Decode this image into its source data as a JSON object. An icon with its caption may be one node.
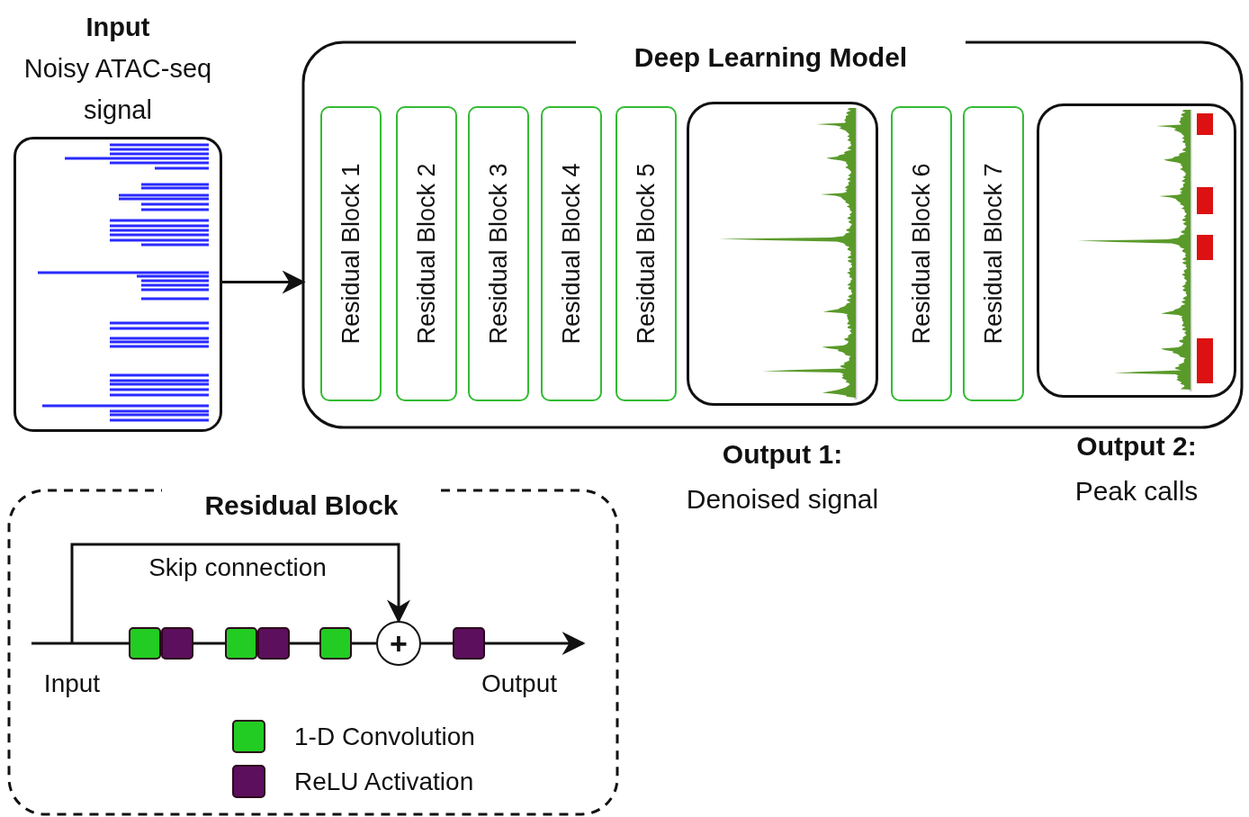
{
  "diagram": {
    "nodes": [
      {
        "text": [
          "Input",
          "Noisy ATAC-seq signal"
        ]
      },
      {
        "text": [
          "Deep Learning Model"
        ]
      },
      {
        "text": [
          "Residual Block 1"
        ],
        "in": 1
      },
      {
        "text": [
          "Residual Block 2"
        ],
        "in": 1
      },
      {
        "text": [
          "Residual Block 3"
        ],
        "in": 1
      },
      {
        "text": [
          "Residual Block 4"
        ],
        "in": 1
      },
      {
        "text": [
          "Residual Block 5"
        ],
        "in": 1
      },
      {
        "text": [],
        "shape": "picture",
        "in": 1,
        "beside": [
          "Output 1:",
          "Denoised signal"
        ]
      },
      {
        "text": [
          "Residual Block 6"
        ],
        "in": 1
      },
      {
        "text": [
          "Residual Block 7"
        ],
        "in": 1
      },
      {
        "text": [],
        "shape": "picture",
        "in": 1,
        "beside": [
          "Output 2:",
          "Peak calls"
        ]
      },
      {
        "text": [
          "Residual Block"
        ]
      },
      {
        "text": [],
        "shape": "box",
        "in": 11
      },
      {
        "text": [],
        "shape": "box",
        "in": 11
      },
      {
        "text": [],
        "shape": "box",
        "in": 11
      },
      {
        "text": [],
        "shape": "box",
        "in": 11
      },
      {
        "text": [],
        "shape": "box",
        "in": 11
      },
      {
        "text": [
          "+"
        ],
        "in": 11
      },
      {
        "text": [],
        "shape": "box",
        "in": 11
      }
    ],
    "edges": [
      {
        "from": 0,
        "to": 1,
        "arrow": "to"
      },
      {
        "from": null,
        "to": 12,
        "arrow": "none"
      },
      {
        "from": 13,
        "to": 14,
        "arrow": "none"
      },
      {
        "from": 15,
        "to": 16,
        "arrow": "none"
      },
      {
        "from": 16,
        "to": 17,
        "arrow": "none"
      },
      {
        "from": 17,
        "to": 18,
        "arrow": "none"
      },
      {
        "from": 18,
        "to": null,
        "arrow": "to"
      },
      {
        "from": null,
        "to": 17,
        "arrow": "to",
        "label": "Skip connection"
      }
    ],
    "labels": [
      "Input",
      "Output"
    ],
    "legend": [
      {
        "text": "1-D Convolution",
        "color": "#22cc22"
      },
      {
        "text": "ReLU Activation",
        "color": "#5c0f5c"
      }
    ]
  }
}
